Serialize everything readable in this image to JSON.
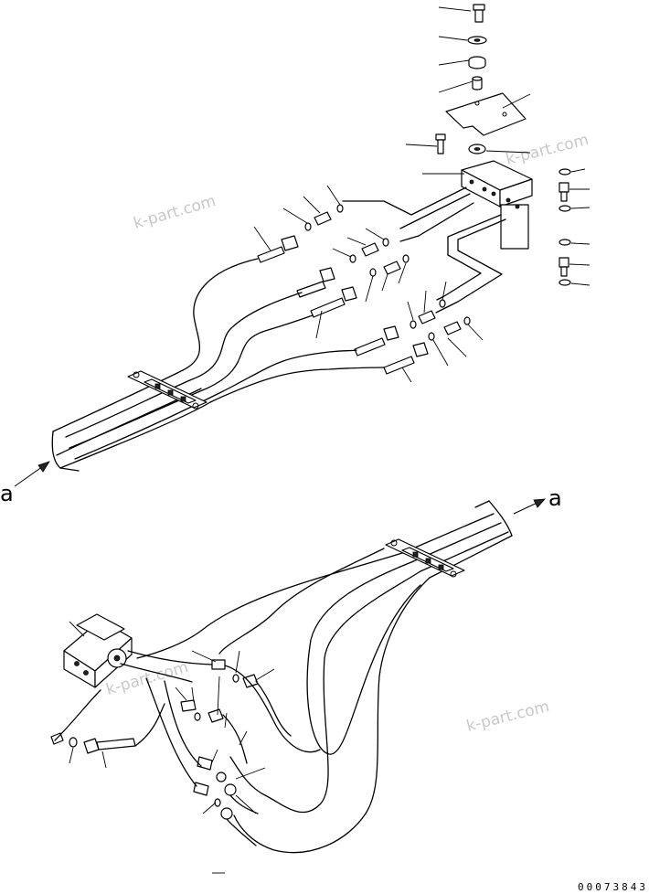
{
  "diagram": {
    "view_labels": [
      "a",
      "a"
    ],
    "watermarks": [
      "k-part.com",
      "k-part.com",
      "k-part.com",
      "k-part.com"
    ],
    "drawing_code": "00073843"
  }
}
